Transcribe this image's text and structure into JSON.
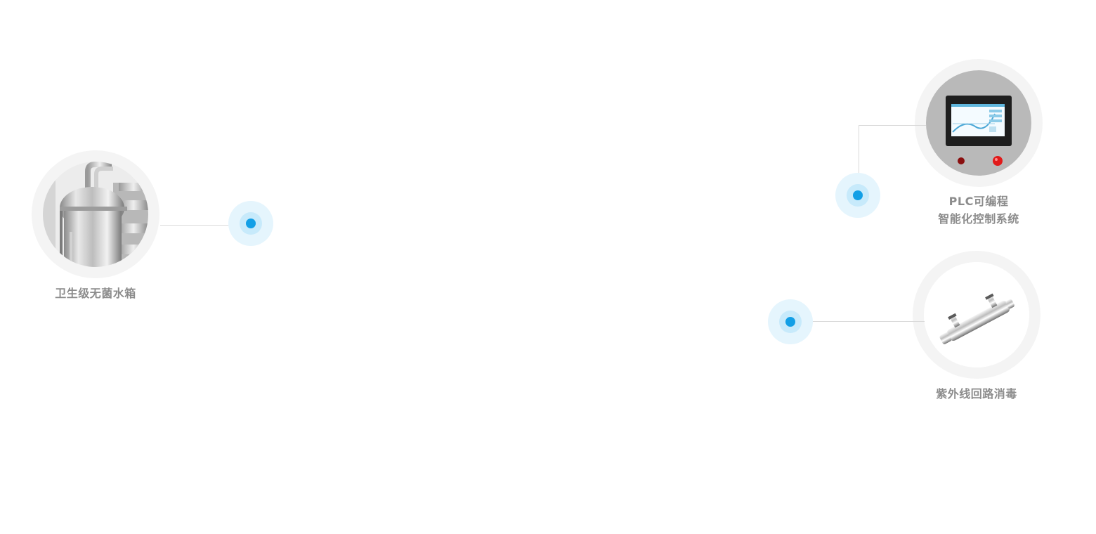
{
  "features": [
    {
      "id": "tank",
      "label_lines": [
        "卫生级无菌水箱"
      ],
      "icon": "stainless-steel-tank"
    },
    {
      "id": "plc",
      "label_lines": [
        "PLC可编程",
        "智能化控制系统"
      ],
      "icon": "plc-touch-panel"
    },
    {
      "id": "uv",
      "label_lines": [
        "紫外线回路消毒"
      ],
      "icon": "uv-sterilizer-pipe"
    }
  ],
  "colors": {
    "hotspot_dot": "#129fe6",
    "hotspot_halo": "#e5f5fd",
    "label_text": "#8c8c8c",
    "ring": "#f4f4f4",
    "connector": "#d9d9d9"
  }
}
